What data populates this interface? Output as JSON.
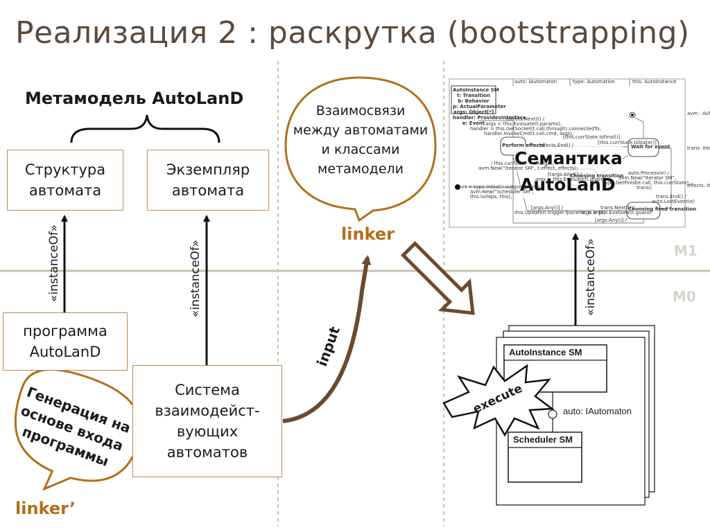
{
  "slide": {
    "title": "Реализация 2 : раскрутка (bootstrapping)",
    "metamodel_title": "Метамодель AutoLanD",
    "structure_box": [
      "Структура",
      "автомата"
    ],
    "instance_box": [
      "Экземпляр",
      "автомата"
    ],
    "program_box": [
      "программа",
      "AutoLanD"
    ],
    "system_box": [
      "Система",
      "взаимодейст-",
      "вующих",
      "автоматов"
    ],
    "instanceof_label": "«instanceOf»",
    "bubble_top": [
      "Взаимосвязи",
      "между автоматами",
      "и классами",
      "метамодели"
    ],
    "bubble_left": [
      "Генерация на",
      "основе входа",
      "программы"
    ],
    "linker": "linker",
    "linker_prime": "linker’",
    "input": "input",
    "execute": "execute",
    "semantics": [
      "Семантика",
      "AutoLanD"
    ],
    "m1": "M1",
    "m0": "M0",
    "colors": {
      "accent": "#b26f1a",
      "arrow": "#6b4a2f",
      "box_border": "#b58a5a",
      "divider": "#c9bfae"
    }
  },
  "uml": {
    "top_labels": [
      "auto: IAutomaton",
      "type: Automation",
      "this: AutoInstance"
    ],
    "class_box": [
      "AutoInstance SM",
      "t: Transition",
      "b: Behavior",
      "p: ActualParameter",
      "args: Object[*]",
      "handler: ProvidesInterface",
      "e: Event"
    ],
    "states": [
      "Perform effects",
      "Wait for event",
      "Choosing transition",
      "Choosing fired transition"
    ],
    "side_labels": [
      "avm : AVM",
      "trans: Iterator",
      "effects: Iterator"
    ],
    "code_lines": [
      "effects.Next(t) /",
      "args = this.Evaluate(t.params);",
      "handler = this.GetSocket(t.call.through).connectedTo;",
      "handler.InvokeCmd(t.call.cmd, args);",
      "[this.currState.IsFinal()]",
      "effects.End() /",
      "[this.currState.IsState()]",
      "/ this.currState = t.target;",
      "avm.New(\"Iterator SM\", t.effect, effects);",
      "[targs.Any()] /",
      "args = this.Evaluate(t.guard)",
      "auto.Process(e) /",
      "avm.New(\"Iterator SM\",",
      "type.GetFired(e.call, this.currState),",
      "trans);",
      "/ t = type.Initial().outgoing.First();",
      "avm.New(\"Scheduler SM\",",
      "this.io/Iops, this);",
      "trans.End() /",
      "auto.LostEvent(e)",
      "[args.Any()] /",
      "this.Update(t.trigger.fparams, e.args)",
      "trans.Next(t) /",
      "args = this.Evaluate(t.guard)",
      "[args.Any()] /"
    ],
    "autoinstance_sm": "AutoInstance SM",
    "scheduler_sm": "Scheduler SM",
    "auto_iface": "auto: IAutomaton"
  }
}
